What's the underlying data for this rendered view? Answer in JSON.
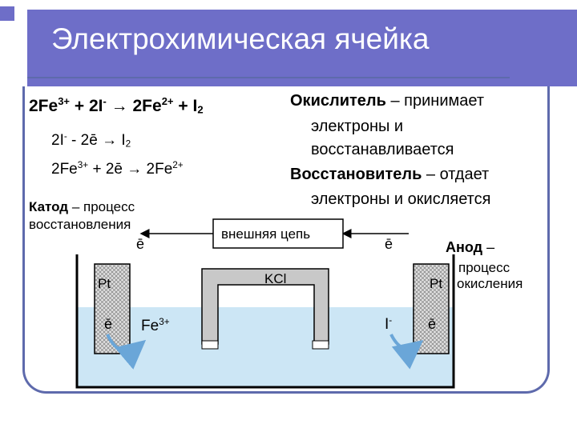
{
  "title": "Электрохимическая ячейка",
  "main_reaction": {
    "part1": "2Fe",
    "sup1": "3+",
    "part2": " + 2I",
    "sup2": "-",
    "part3": " → 2Fe",
    "sup3": "2+",
    "part4": " + I",
    "sub4": "2"
  },
  "half_reaction_1": {
    "part1": "2I",
    "sup1": "-",
    "part2": " - 2ē → I",
    "sub2": "2"
  },
  "half_reaction_2": {
    "part1": "2Fe",
    "sup1": "3+",
    "part2": " + 2ē → 2Fe",
    "sup2": "2+"
  },
  "definitions": {
    "oxidizer_term": "Окислитель",
    "oxidizer_line1": " – принимает",
    "oxidizer_line2": "электроны и",
    "oxidizer_line3": "восстанавливается",
    "reducer_term": "Восстановитель",
    "reducer_line1": " – отдает",
    "reducer_line2": "электроны и окисляется"
  },
  "cathode": {
    "term": "Катод",
    "line1": " – процесс",
    "line2": "восстановления"
  },
  "anode": {
    "term": "Анод",
    "dash": " –",
    "line1": "процесс",
    "line2": "окисления"
  },
  "external_circuit": "внешняя цепь",
  "salt_bridge": "KCl",
  "electrode_left": "Pt",
  "electrode_right": "Pt",
  "electron_symbol": "ē",
  "left_ion": {
    "base": "Fe",
    "sup": "3+"
  },
  "right_ion": {
    "base": "I",
    "sup": "-"
  },
  "colors": {
    "title_bar": "#6e6ec8",
    "frame": "#5e6aac",
    "solution": "#cce6f5",
    "arrow": "#6aa6d8"
  }
}
